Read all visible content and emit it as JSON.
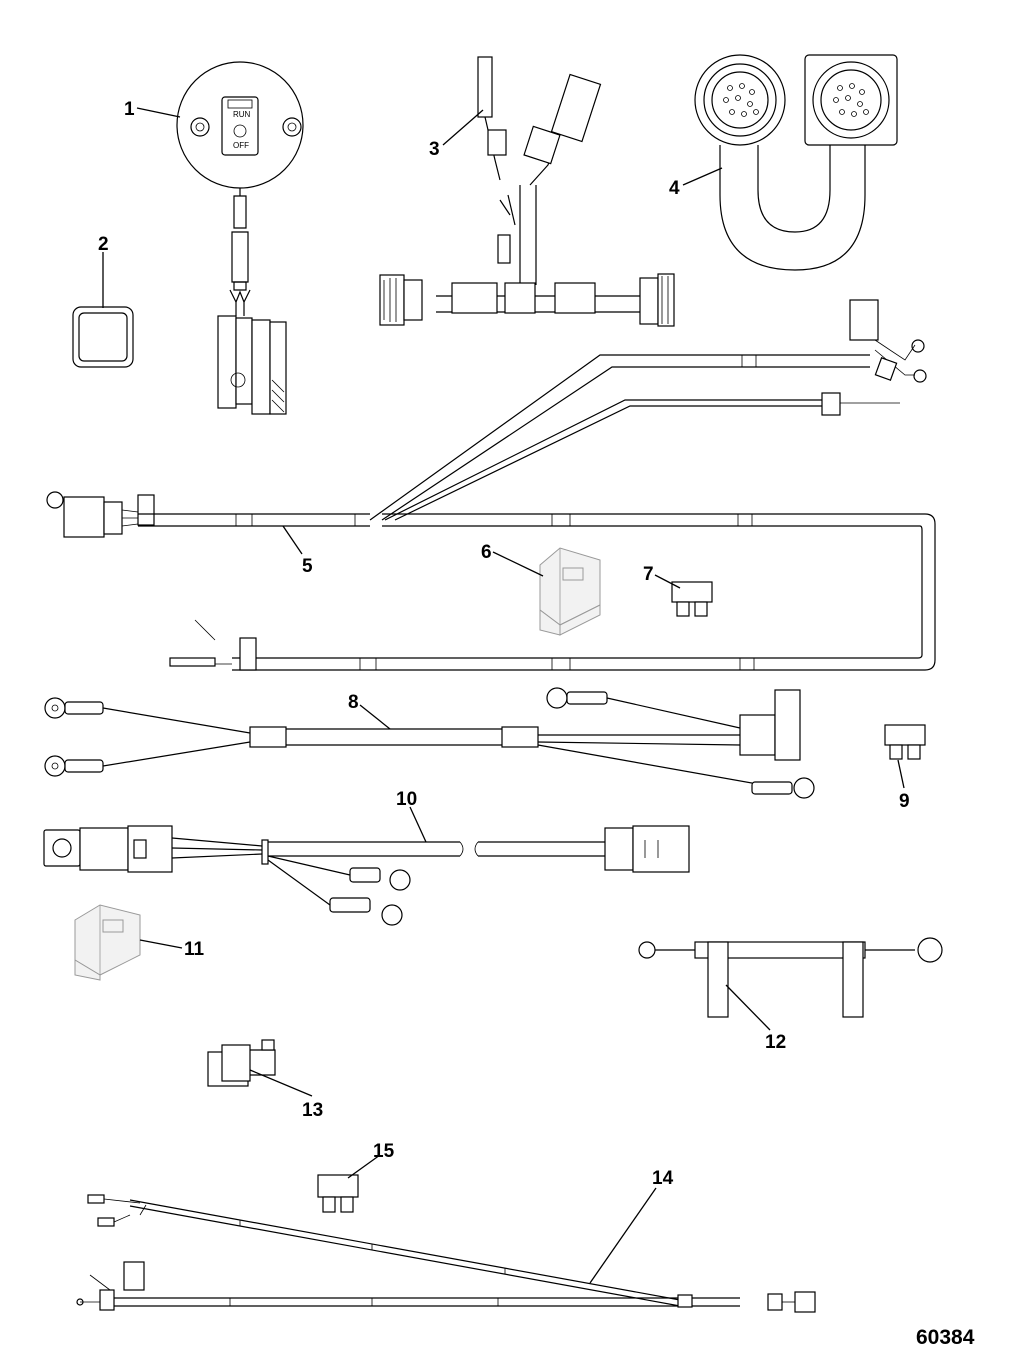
{
  "callouts": {
    "c1": "1",
    "c2": "2",
    "c3": "3",
    "c4": "4",
    "c5": "5",
    "c6": "6",
    "c7": "7",
    "c8": "8",
    "c9": "9",
    "c10": "10",
    "c11": "11",
    "c12": "12",
    "c13": "13",
    "c14": "14",
    "c15": "15"
  },
  "switch_labels": {
    "run": "RUN",
    "off": "OFF"
  },
  "drawing_number": "60384"
}
